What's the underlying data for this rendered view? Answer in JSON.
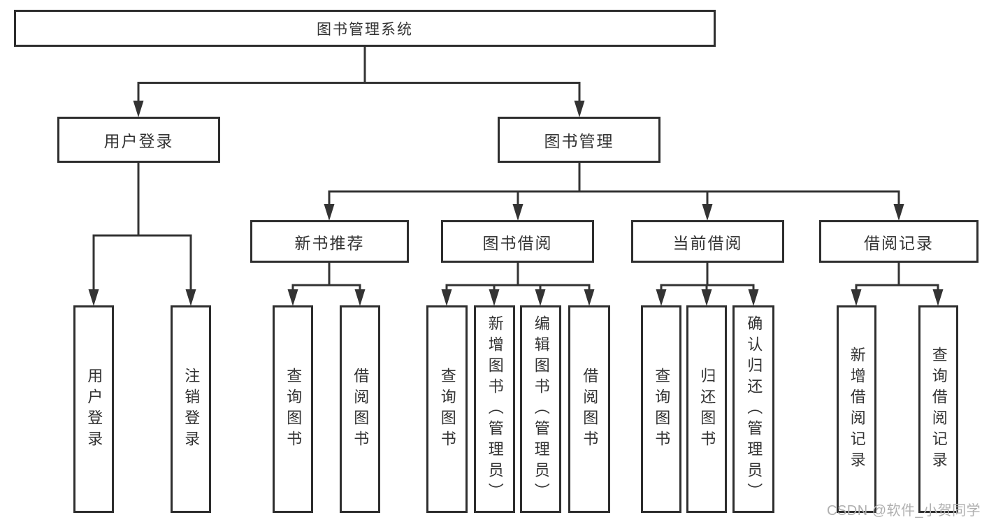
{
  "diagram": {
    "root": {
      "label": "图书管理系统"
    },
    "branches": [
      {
        "label": "用户登录",
        "children": [
          {
            "label": "用户登录"
          },
          {
            "label": "注销登录"
          }
        ]
      },
      {
        "label": "图书管理",
        "children": [
          {
            "label": "新书推荐",
            "children": [
              {
                "label": "查询图书"
              },
              {
                "label": "借阅图书"
              }
            ]
          },
          {
            "label": "图书借阅",
            "children": [
              {
                "label": "查询图书"
              },
              {
                "label": "新增图书（管理员）"
              },
              {
                "label": "编辑图书（管理员）"
              },
              {
                "label": "借阅图书"
              }
            ]
          },
          {
            "label": "当前借阅",
            "children": [
              {
                "label": "查询图书"
              },
              {
                "label": "归还图书"
              },
              {
                "label": "确认归还（管理员）"
              }
            ]
          },
          {
            "label": "借阅记录",
            "children": [
              {
                "label": "新增借阅记录"
              },
              {
                "label": "查询借阅记录"
              }
            ]
          }
        ]
      }
    ]
  },
  "watermark": {
    "text": "CSDN @软件_小贺同学"
  },
  "colors": {
    "line": "#333333",
    "box_border": "#2e2e2e",
    "box_fill": "#ffffff",
    "text": "#333333",
    "watermark": "#b0b0b0",
    "background": "#ffffff"
  }
}
